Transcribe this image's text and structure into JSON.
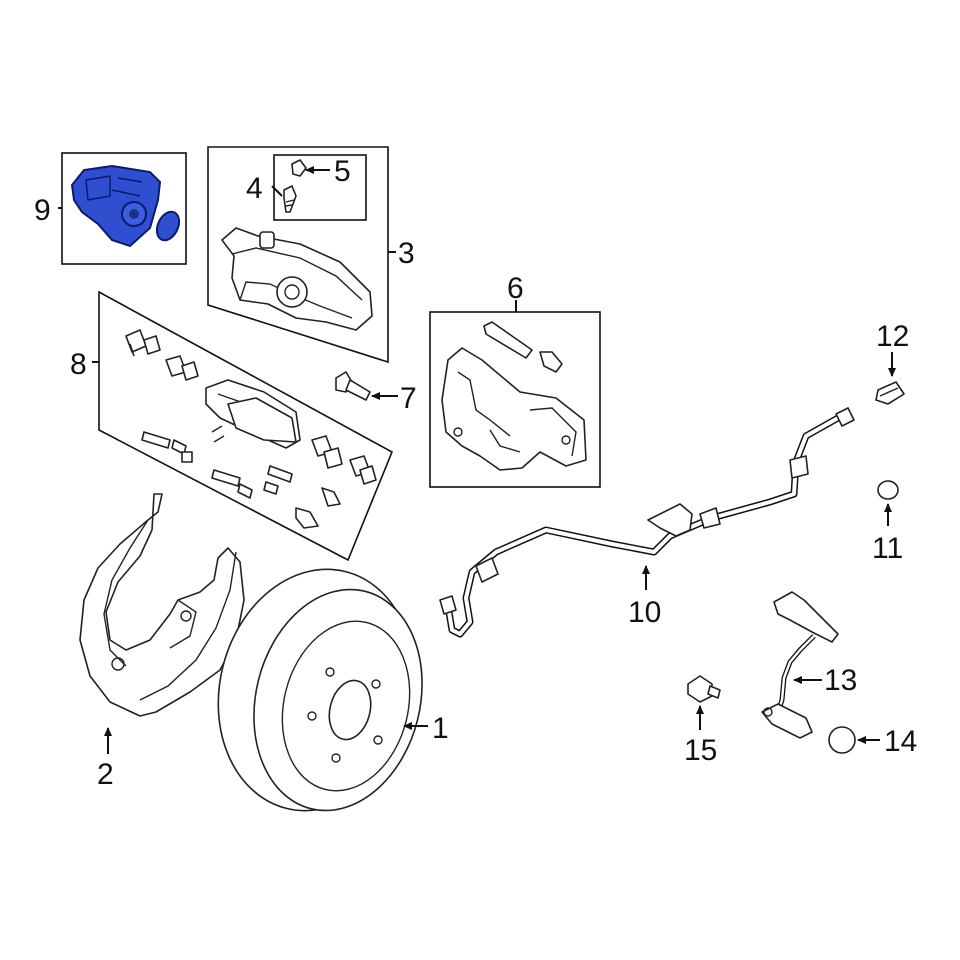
{
  "callouts": {
    "c1": "1",
    "c2": "2",
    "c3": "3",
    "c4": "4",
    "c5": "5",
    "c6": "6",
    "c7": "7",
    "c8": "8",
    "c9": "9",
    "c10": "10",
    "c11": "11",
    "c12": "12",
    "c13": "13",
    "c14": "14",
    "c15": "15"
  },
  "colors": {
    "line": "#111111",
    "highlight_fill": "#2f4fd0",
    "highlight_stroke": "#0a1a6e",
    "background": "#ffffff"
  }
}
